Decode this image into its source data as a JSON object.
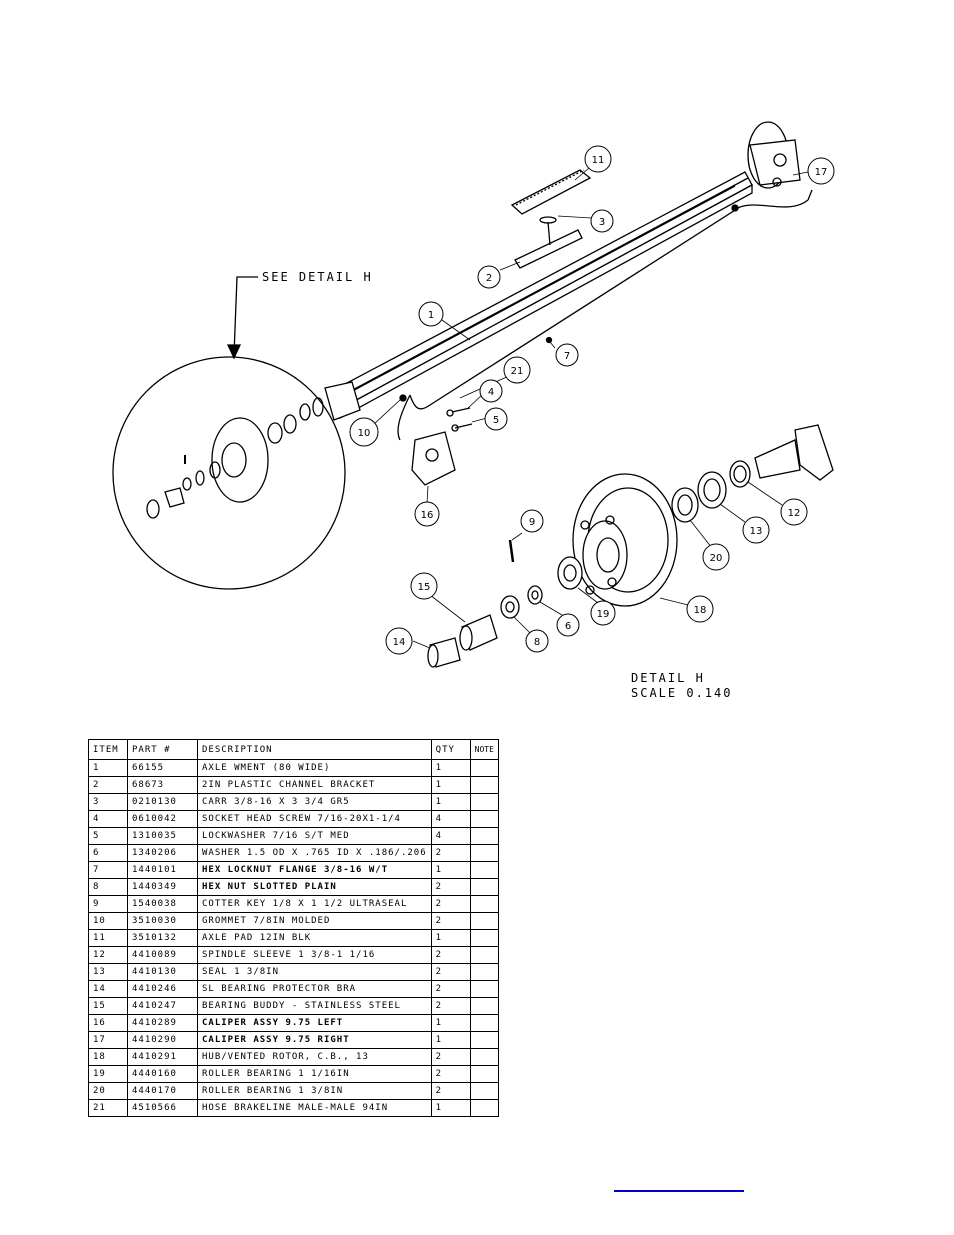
{
  "detail_callout": "SEE DETAIL  H",
  "detail_title": "DETAIL  H",
  "detail_scale": "SCALE  0.140",
  "callouts": [
    "1",
    "2",
    "3",
    "4",
    "5",
    "6",
    "7",
    "8",
    "9",
    "10",
    "11",
    "12",
    "13",
    "14",
    "15",
    "16",
    "17",
    "18",
    "19",
    "20",
    "21"
  ],
  "detail_text_1": "1",
  "bom": {
    "headers": [
      "ITEM",
      "PART #",
      "DESCRIPTION",
      "QTY",
      "NOTE"
    ],
    "rows": [
      [
        "1",
        "66155",
        "AXLE WMENT (80 WIDE)",
        "1",
        ""
      ],
      [
        "2",
        "68673",
        "2IN PLASTIC CHANNEL BRACKET",
        "1",
        ""
      ],
      [
        "3",
        "0210130",
        "CARR 3/8-16 X 3 3/4 GR5",
        "1",
        ""
      ],
      [
        "4",
        "0610042",
        "SOCKET HEAD SCREW 7/16-20X1-1/4",
        "4",
        ""
      ],
      [
        "5",
        "1310035",
        "LOCKWASHER 7/16 S/T MED",
        "4",
        ""
      ],
      [
        "6",
        "1340206",
        "WASHER 1.5 OD X .765 ID X .186/.206",
        "2",
        ""
      ],
      [
        "7",
        "1440101",
        "HEX LOCKNUT FLANGE 3/8-16 W/T",
        "1",
        ""
      ],
      [
        "8",
        "1440349",
        "HEX NUT SLOTTED PLAIN",
        "2",
        ""
      ],
      [
        "9",
        "1540038",
        "COTTER KEY 1/8 X 1 1/2 ULTRASEAL",
        "2",
        ""
      ],
      [
        "10",
        "3510030",
        "GROMMET  7/8IN MOLDED",
        "2",
        ""
      ],
      [
        "11",
        "3510132",
        "AXLE PAD 12IN  BLK",
        "1",
        ""
      ],
      [
        "12",
        "4410089",
        "SPINDLE SLEEVE  1 3/8-1 1/16",
        "2",
        ""
      ],
      [
        "13",
        "4410130",
        "SEAL  1 3/8IN",
        "2",
        ""
      ],
      [
        "14",
        "4410246",
        "SL BEARING PROTECTOR BRA",
        "2",
        ""
      ],
      [
        "15",
        "4410247",
        "BEARING BUDDY - STAINLESS STEEL",
        "2",
        ""
      ],
      [
        "16",
        "4410289",
        "CALIPER ASSY 9.75 LEFT",
        "1",
        ""
      ],
      [
        "17",
        "4410290",
        "CALIPER ASSY 9.75 RIGHT",
        "1",
        ""
      ],
      [
        "18",
        "4410291",
        "HUB/VENTED ROTOR, C.B.,  13",
        "2",
        ""
      ],
      [
        "19",
        "4440160",
        "ROLLER BEARING   1 1/16IN",
        "2",
        ""
      ],
      [
        "20",
        "4440170",
        "ROLLER BEARING   1 3/8IN",
        "2",
        ""
      ],
      [
        "21",
        "4510566",
        "HOSE BRAKELINE MALE-MALE 94IN",
        "1",
        ""
      ]
    ]
  }
}
